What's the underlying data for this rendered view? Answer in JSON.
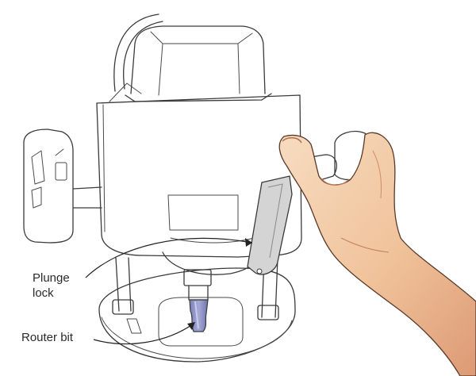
{
  "callouts": {
    "plunge_lock": {
      "line1": "Plunge",
      "line2": "lock"
    },
    "router_bit": {
      "label": "Router bit"
    }
  },
  "colors": {
    "ink": "#3a3a3a",
    "router_bit": "#8f94c4",
    "skin_base": "#f3c9a0",
    "skin_shadow": "#d98e6a",
    "lever_grey": "#c9c9c9"
  },
  "icons": {
    "router": "plunge-router-drawing",
    "hand": "hand-drawing",
    "bit": "router-bit-drawing"
  }
}
